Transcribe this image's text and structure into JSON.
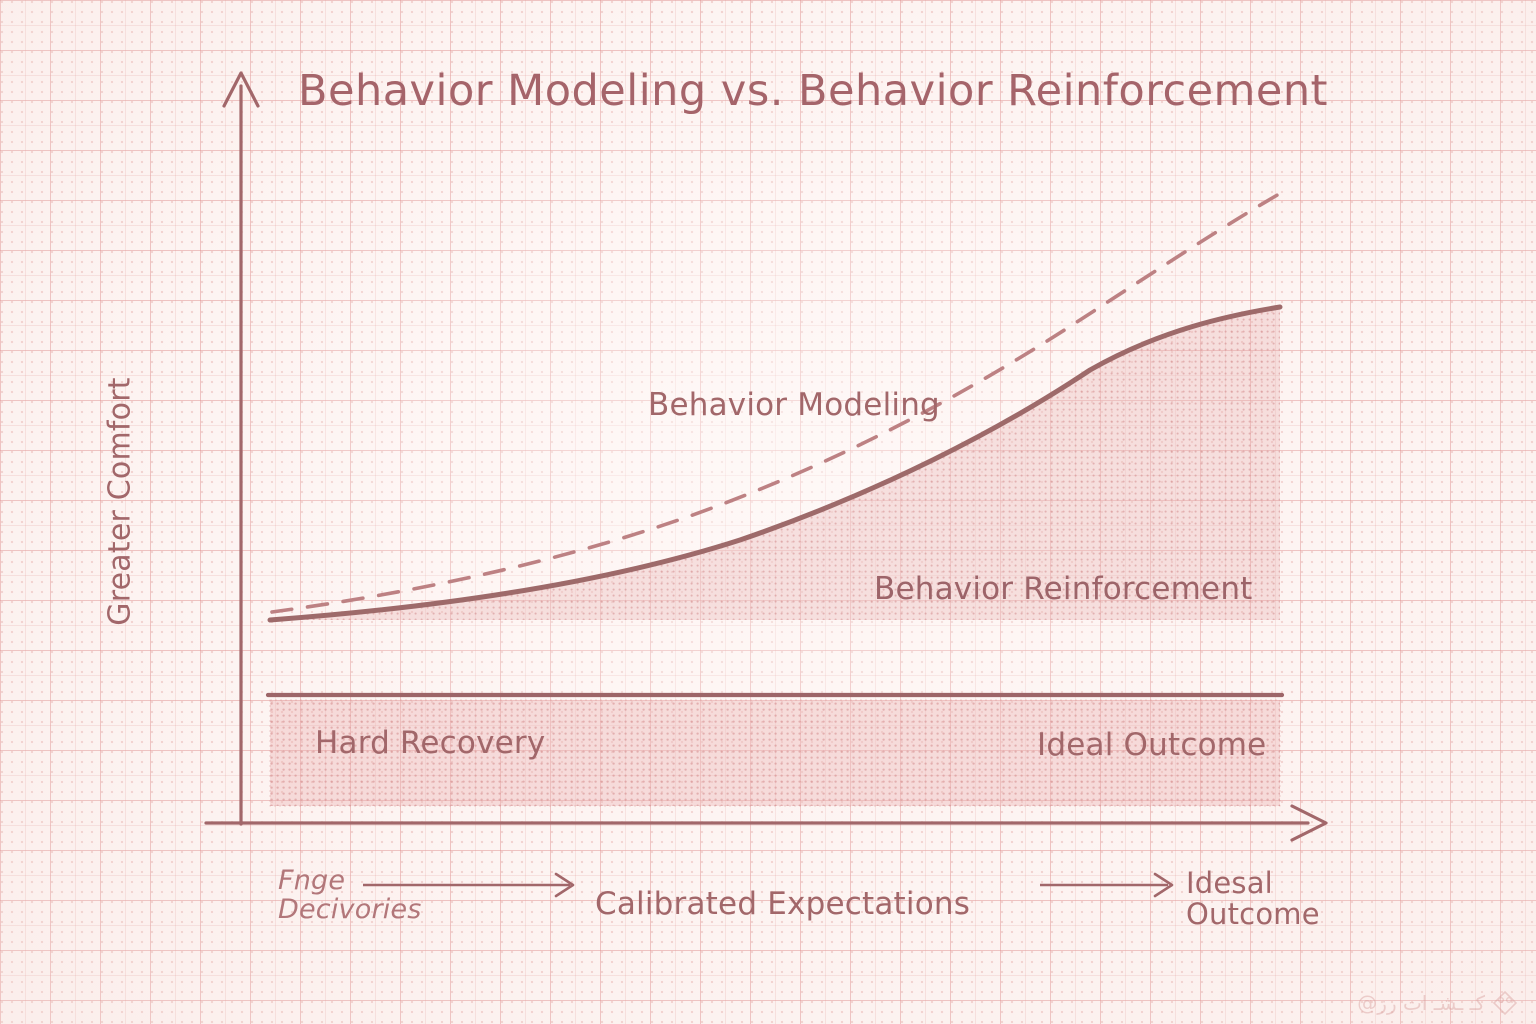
{
  "title": "Behavior Modeling vs. Behavior Reinforcement",
  "axes": {
    "y_label": "Greater Comfort",
    "x_start_label": "Fnge Decivories",
    "x_mid_label": "Calibrated Expectations",
    "x_end_label": "Idesal Outcome"
  },
  "annotations": {
    "modeling": "Behavior Modeling",
    "reinforcement": "Behavior Reinforcement",
    "hard_recovery": "Hard Recovery",
    "ideal_outcome": "Ideal Outcome"
  },
  "watermark": {
    "text": "کـ ـشـ ات رز@",
    "logo": "diamond-logo"
  },
  "colors": {
    "paper": "#fdf2f0",
    "grid_line": "#dd8c8c",
    "ink": "#a2676a",
    "curve_solid": "#9e6a6a",
    "curve_dashed": "#bd8183",
    "fill": "#e9b9b7",
    "band_fill": "#eec4c2"
  },
  "chart_data": {
    "type": "line",
    "title": "Behavior Modeling vs. Behavior Reinforcement",
    "xlabel": "Calibrated Expectations",
    "ylabel": "Greater Comfort",
    "xlim": [
      0,
      100
    ],
    "ylim": [
      0,
      100
    ],
    "grid": true,
    "legend": "inline-labels",
    "axis_arrows": true,
    "series": [
      {
        "name": "Behavior Modeling",
        "style": "dashed",
        "color": "#bd8183",
        "x": [
          0,
          10,
          20,
          30,
          40,
          50,
          60,
          70,
          80,
          90,
          100
        ],
        "y": [
          28,
          32,
          36,
          41,
          46,
          52,
          59,
          67,
          76,
          87,
          100
        ]
      },
      {
        "name": "Behavior Reinforcement",
        "style": "solid",
        "color": "#9e6a6a",
        "filled": true,
        "x": [
          0,
          10,
          20,
          30,
          40,
          50,
          60,
          70,
          80,
          90,
          100
        ],
        "y": [
          16,
          18,
          21,
          24,
          27,
          32,
          38,
          45,
          55,
          68,
          88
        ]
      }
    ],
    "reference_line": {
      "name": "baseline",
      "style": "solid",
      "y": 9,
      "x_from": 0,
      "x_to": 100
    },
    "shaded_bands": [
      {
        "name": "Hard Recovery",
        "y_from": 0,
        "y_to": 9,
        "x_from": 0,
        "x_to": 100
      }
    ],
    "annotations": [
      {
        "text": "Behavior Modeling",
        "x": 37,
        "y": 58
      },
      {
        "text": "Behavior Reinforcement",
        "x": 60,
        "y": 27
      },
      {
        "text": "Hard Recovery",
        "x": 5,
        "y": 5
      },
      {
        "text": "Ideal Outcome",
        "x": 73,
        "y": 5
      }
    ]
  }
}
